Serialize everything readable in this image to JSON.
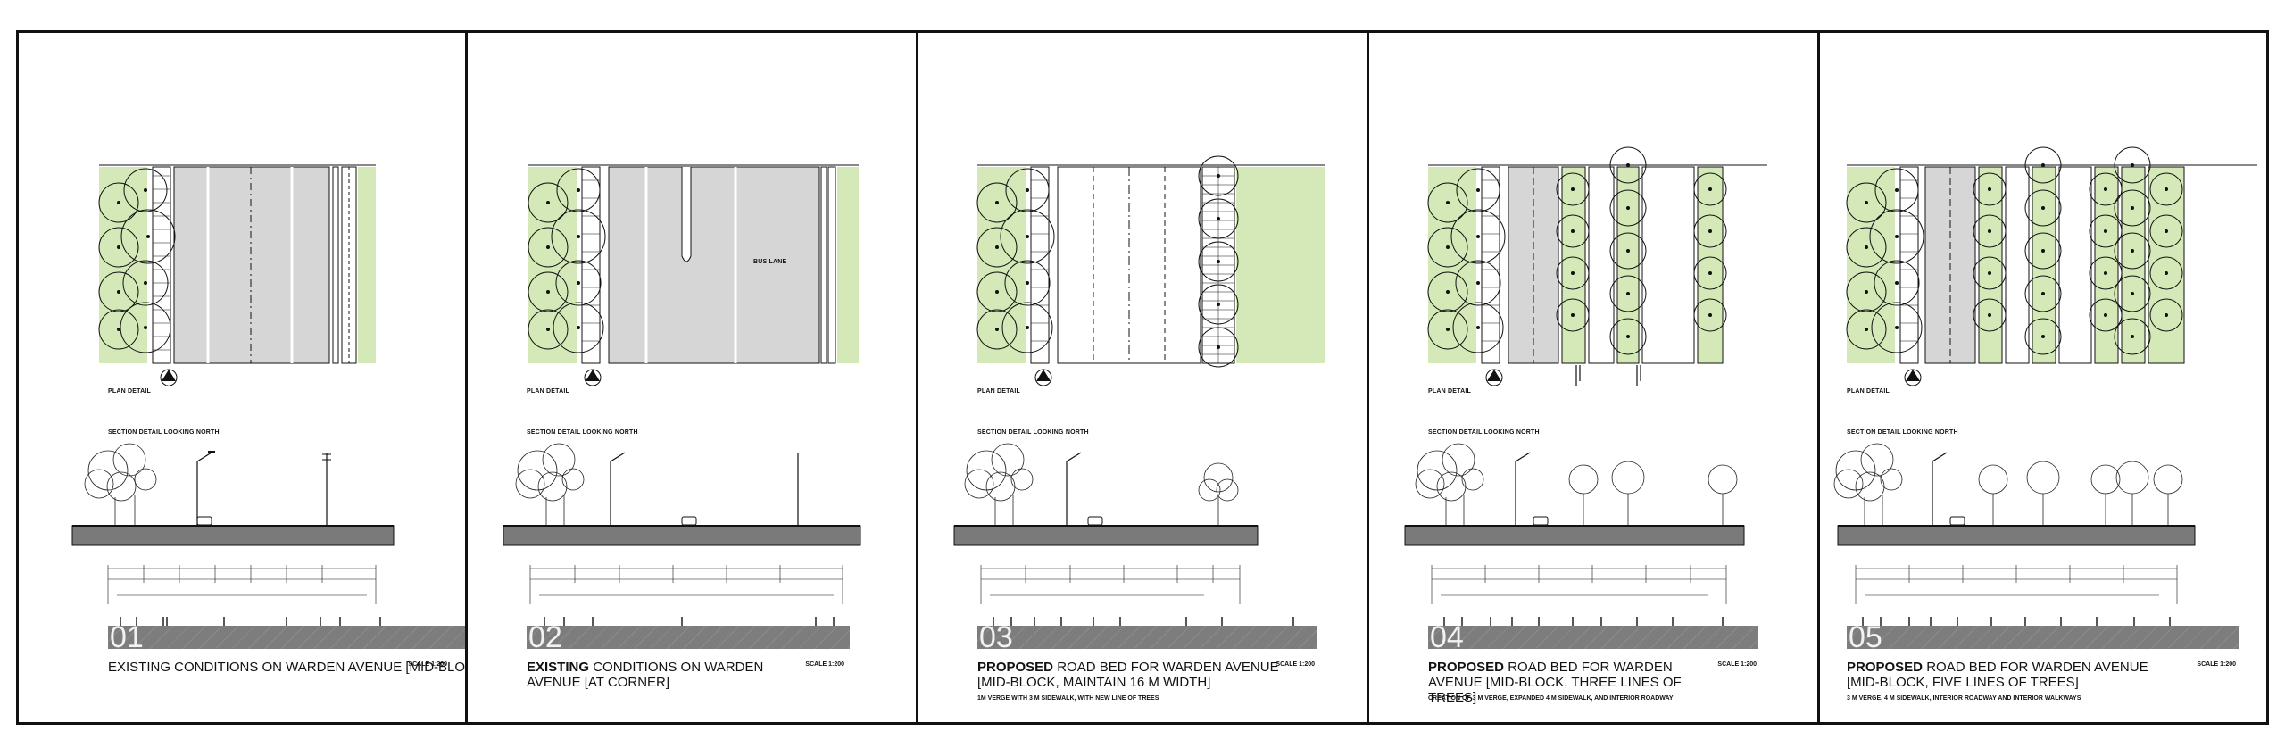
{
  "panels": [
    {
      "num": "01",
      "title_bold": "",
      "title_rest": "EXISTING CONDITIONS ON WARDEN AVENUE [MID-BLOCK",
      "scale": "SCALE 1:200",
      "note": "",
      "plan_label": "PLAN DETAIL",
      "section_label": "SECTION DETAIL LOOKING NORTH",
      "north_icon": "north-arrow-icon"
    },
    {
      "num": "02",
      "title_bold": "EXISTING",
      "title_rest": "CONDITIONS ON WARDEN AVENUE [AT CORNER]",
      "scale": "SCALE 1:200",
      "note": "",
      "plan_label": "PLAN DETAIL",
      "section_label": "SECTION DETAIL LOOKING NORTH",
      "bus_lane": "BUS LANE",
      "north_icon": "north-arrow-icon"
    },
    {
      "num": "03",
      "title_bold": "PROPOSED",
      "title_rest": "ROAD BED FOR WARDEN AVENUE [MID-BLOCK, MAINTAIN 16 M WIDTH]",
      "scale": "SCALE 1:200",
      "note": "1M VERGE WITH 3 M SIDEWALK, WITH NEW LINE OF TREES",
      "plan_label": "PLAN DETAIL",
      "section_label": "SECTION DETAIL LOOKING NORTH",
      "north_icon": "north-arrow-icon"
    },
    {
      "num": "04",
      "title_bold": "PROPOSED",
      "title_rest": "ROAD BED FOR WARDEN AVENUE [MID-BLOCK, THREE LINES OF TREES]",
      "scale": "SCALE 1:200",
      "note": "CREATION OF 3 M VERGE, EXPANDED 4 M SIDEWALK, AND INTERIOR ROADWAY",
      "plan_label": "PLAN DETAIL",
      "section_label": "SECTION DETAIL LOOKING NORTH",
      "north_icon": "north-arrow-icon"
    },
    {
      "num": "05",
      "title_bold": "PROPOSED",
      "title_rest": "ROAD BED FOR WARDEN AVENUE [MID-BLOCK, FIVE LINES OF TREES]",
      "scale": "SCALE 1:200",
      "note": "3 M VERGE, 4 M SIDEWALK, INTERIOR ROADWAY AND INTERIOR WALKWAYS",
      "plan_label": "PLAN DETAIL",
      "section_label": "SECTION DETAIL LOOKING NORTH",
      "north_icon": "north-arrow-icon"
    }
  ],
  "colors": {
    "verge_green": "#d5e9b8",
    "road_grey": "#d6d6d6",
    "ground_grey": "#7a7a7a",
    "line": "#111111"
  }
}
